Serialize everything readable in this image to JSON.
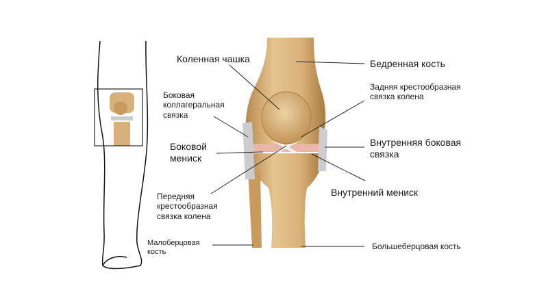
{
  "labels": {
    "patella": "Коленная чашка",
    "femur": "Бедренная кость",
    "pcl_1": "Задняя крестообразная",
    "pcl_2": "связка колена",
    "lcl_1": "Боковая",
    "lcl_2": "коллагеральная",
    "lcl_3": "связка",
    "lateral_meniscus_1": "Боковой",
    "lateral_meniscus_2": "мениск",
    "mcl_1": "Внутренняя боковая",
    "mcl_2": "связка",
    "medial_meniscus": "Внутренний мениск",
    "acl_1": "Передняя",
    "acl_2": "крестообразная",
    "acl_3": "связка колена",
    "fibula_1": "Малоберцовая",
    "fibula_2": "кость",
    "tibia": "Большеберцовая кость"
  },
  "colors": {
    "bone": "#d9b27a",
    "bone_dark": "#b0824a",
    "ligament": "#c9c9cc",
    "cartilage": "#e9b6a8",
    "line": "#222222"
  }
}
